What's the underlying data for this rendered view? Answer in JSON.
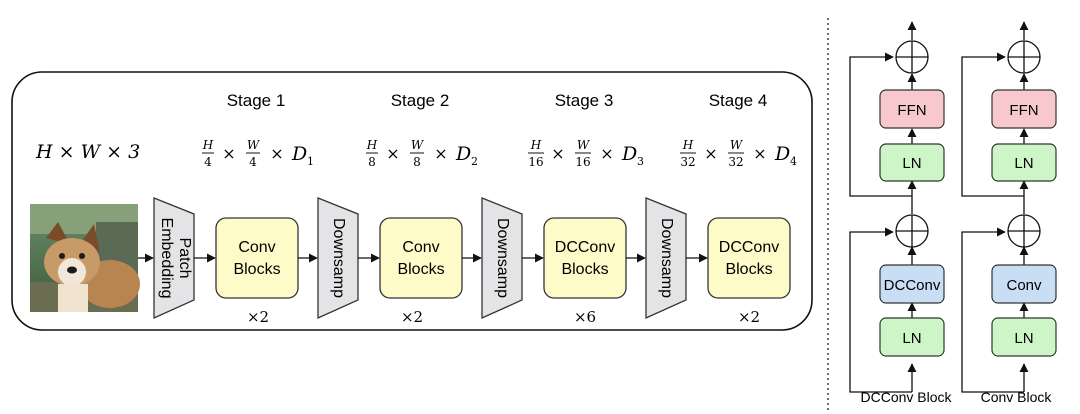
{
  "input": {
    "dims": "H × W × 3"
  },
  "stem": {
    "label_line1": "Patch",
    "label_line2": "Embedding"
  },
  "stages": [
    {
      "title": "Stage 1",
      "res_h": "H",
      "res_h_den": "4",
      "res_w": "W",
      "res_w_den": "4",
      "dim": "D",
      "dim_sub": "1",
      "block_line1": "Conv",
      "block_line2": "Blocks",
      "repeat": "×2",
      "downsample": ""
    },
    {
      "title": "Stage 2",
      "res_h": "H",
      "res_h_den": "8",
      "res_w": "W",
      "res_w_den": "8",
      "dim": "D",
      "dim_sub": "2",
      "block_line1": "Conv",
      "block_line2": "Blocks",
      "repeat": "×2",
      "downsample": "Downsamp"
    },
    {
      "title": "Stage 3",
      "res_h": "H",
      "res_h_den": "16",
      "res_w": "W",
      "res_w_den": "16",
      "dim": "D",
      "dim_sub": "3",
      "block_line1": "DCConv",
      "block_line2": "Blocks",
      "repeat": "×6",
      "downsample": "Downsamp"
    },
    {
      "title": "Stage 4",
      "res_h": "H",
      "res_h_den": "32",
      "res_w": "W",
      "res_w_den": "32",
      "dim": "D",
      "dim_sub": "4",
      "block_line1": "DCConv",
      "block_line2": "Blocks",
      "repeat": "×2",
      "downsample": "Downsamp"
    }
  ],
  "blocks": [
    {
      "caption": "DCConv Block",
      "ffn": "FFN",
      "ln_top": "LN",
      "mixer": "DCConv",
      "ln_bottom": "LN"
    },
    {
      "caption": "Conv Block",
      "ffn": "FFN",
      "ln_top": "LN",
      "mixer": "Conv",
      "ln_bottom": "LN"
    }
  ],
  "colors": {
    "block_fill": "#fffbc8",
    "trap_fill": "#e4e4e6",
    "ffn_fill": "#f7c9cc",
    "ln_fill": "#cdf5c8",
    "mixer_fill": "#c9ddf5"
  }
}
